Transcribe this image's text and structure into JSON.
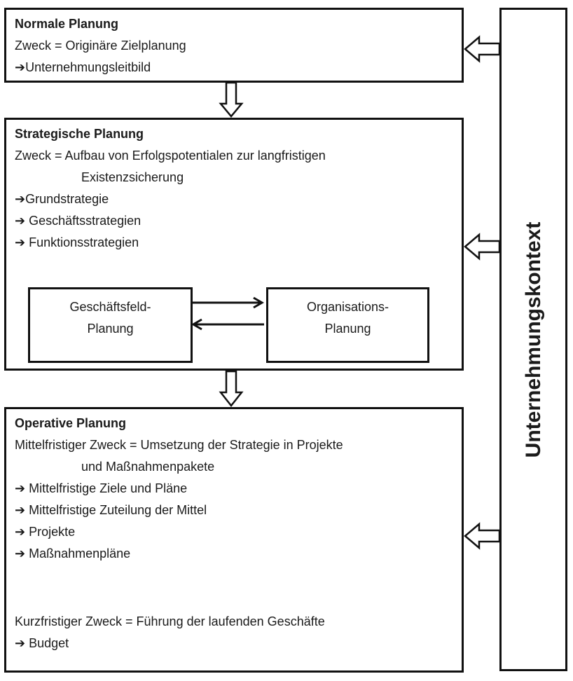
{
  "normal": {
    "title": "Normale Planung",
    "lines": [
      "Zweck = Originäre Zielplanung",
      "➔Unternehmungsleitbild"
    ]
  },
  "strategic": {
    "title": "Strategische Planung",
    "lines": [
      "Zweck = Aufbau von Erfolgspotentialen  zur langfristigen",
      "Existenzsicherung",
      "➔Grundstrategie",
      "➔ Geschäftsstrategien",
      "➔ Funktionsstrategien"
    ],
    "sub_left": [
      "Geschäftsfeld-",
      "Planung"
    ],
    "sub_right": [
      "Organisations-",
      "Planung"
    ]
  },
  "operative": {
    "title": "Operative Planung",
    "lines": [
      "Mittelfristiger Zweck = Umsetzung der Strategie in Projekte",
      "und Maßnahmenpakete",
      "➔ Mittelfristige Ziele und  Pläne",
      "➔ Mittelfristige Zuteilung  der Mittel",
      "➔ Projekte",
      "➔ Maßnahmenpläne"
    ],
    "short_lines": [
      "Kurzfristiger Zweck = Führung  der laufenden  Geschäfte",
      "➔ Budget"
    ]
  },
  "context": {
    "label": "Unternehmungskontext"
  }
}
